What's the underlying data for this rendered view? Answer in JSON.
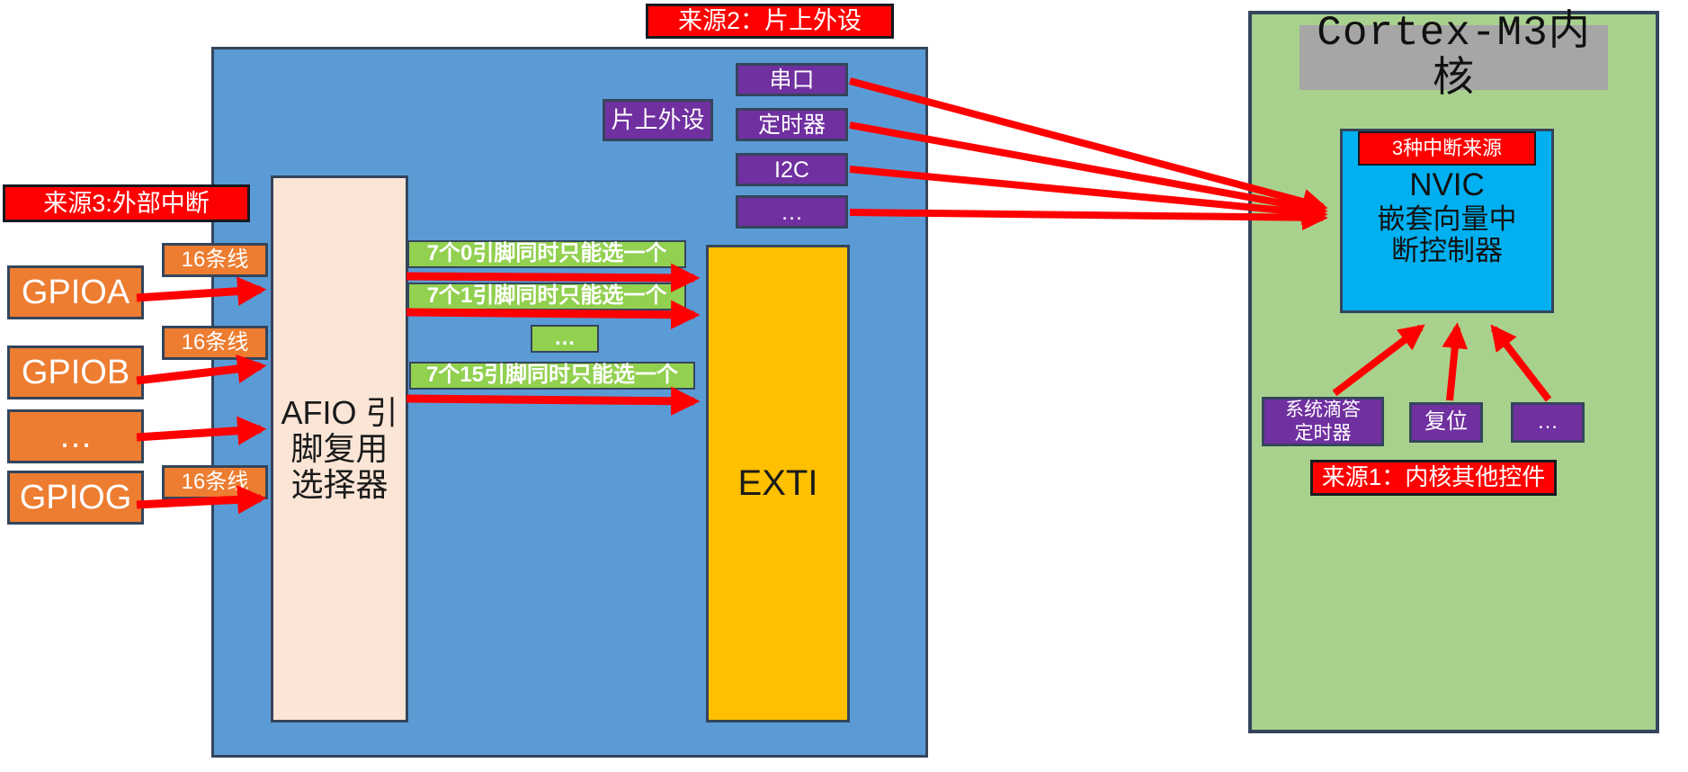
{
  "colors": {
    "orange": "#ED7D31",
    "purple": "#7030A0",
    "red": "#FF0000",
    "container-blue": "#5B9BD5",
    "container-green": "#A9D18E",
    "nvic-blue": "#00B0F0",
    "exti-yellow": "#FFC000",
    "afio-pink": "#FBE5D6",
    "label-green": "#92D050",
    "title-gray": "#A6A6A6",
    "border-dark": "#34455C",
    "border-black": "#161A20",
    "text-white": "#FFFFFF",
    "text-black": "#1A1A1A"
  },
  "left_column": {
    "source3_label": "来源3:外部中断",
    "line16_label": "16条线",
    "gpio_blocks": [
      {
        "label": "GPIOA"
      },
      {
        "label": "GPIOB"
      },
      {
        "label": "…"
      },
      {
        "label": "GPIOG"
      }
    ]
  },
  "blue_region": {
    "source2_label": "来源2：片上外设",
    "onchip_label": "片上外设",
    "peripherals": [
      {
        "label": "串口"
      },
      {
        "label": "定时器"
      },
      {
        "label": "I2C"
      },
      {
        "label": "…"
      }
    ],
    "afio": {
      "name": "AFIO",
      "desc": "引脚复用选择器"
    },
    "pin_select_labels": [
      {
        "label": "7个0引脚同时只能选一个"
      },
      {
        "label": "7个1引脚同时只能选一个"
      },
      {
        "label": "…"
      },
      {
        "label": "7个15引脚同时只能选一个"
      }
    ],
    "exti_label": "EXTI"
  },
  "core_region": {
    "title": "Cortex-M3内核",
    "nvic": {
      "badge": "3种中断来源",
      "name": "NVIC",
      "desc_line1": "嵌套向量中",
      "desc_line2": "断控制器"
    },
    "kernel_sources": [
      {
        "label": "系统滴答定时器"
      },
      {
        "label": "复位"
      },
      {
        "label": "…"
      }
    ],
    "source1_label": "来源1：内核其他控件"
  }
}
